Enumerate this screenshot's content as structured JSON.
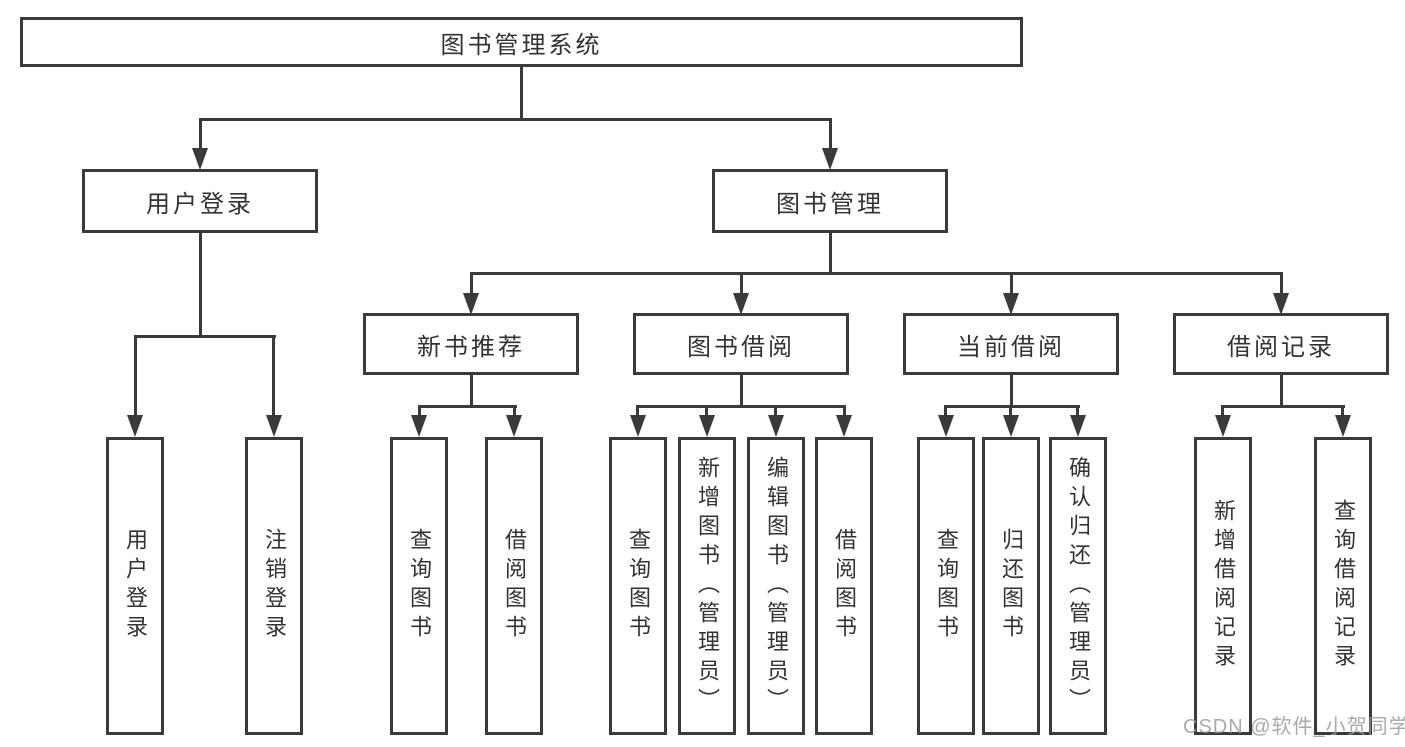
{
  "diagram": {
    "root": {
      "label": "图书管理系统"
    },
    "branches": [
      {
        "label": "用户登录",
        "leaves": [
          {
            "label": "用户登录"
          },
          {
            "label": "注销登录"
          }
        ]
      },
      {
        "label": "图书管理",
        "groups": [
          {
            "label": "新书推荐",
            "leaves": [
              {
                "label": "查询图书"
              },
              {
                "label": "借阅图书"
              }
            ]
          },
          {
            "label": "图书借阅",
            "leaves": [
              {
                "label": "查询图书"
              },
              {
                "label": "新增图书（管理员）"
              },
              {
                "label": "编辑图书（管理员）"
              },
              {
                "label": "借阅图书"
              }
            ]
          },
          {
            "label": "当前借阅",
            "leaves": [
              {
                "label": "查询图书"
              },
              {
                "label": "归还图书"
              },
              {
                "label": "确认归还（管理员）"
              }
            ]
          },
          {
            "label": "借阅记录",
            "leaves": [
              {
                "label": "新增借阅记录"
              },
              {
                "label": "查询借阅记录"
              }
            ]
          }
        ]
      }
    ]
  },
  "watermark": {
    "text": "CSDN @软件_小贺同学"
  },
  "colors": {
    "line": "#3a3a3a",
    "text": "#333333",
    "background": "#ffffff",
    "watermark": "#9b9b9b"
  }
}
